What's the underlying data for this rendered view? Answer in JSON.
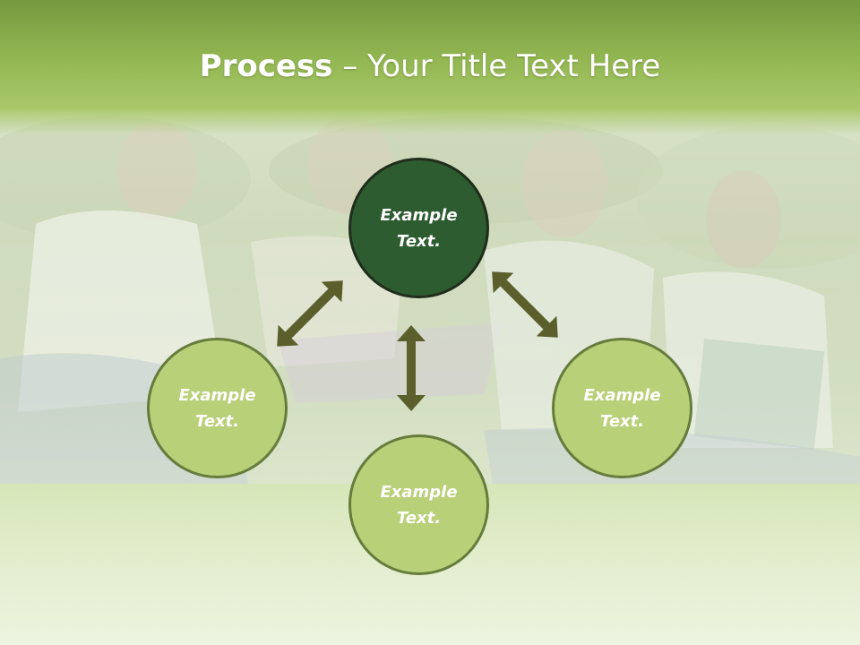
{
  "slide": {
    "title_bold": "Process",
    "title_rest": " – Your Title Text Here"
  },
  "nodes": {
    "top": "Example\nText.",
    "left": "Example\nText.",
    "right": "Example\nText.",
    "bottom": "Example\nText."
  },
  "colors": {
    "title_bar": "#93b752",
    "node_dark": "#2e5c31",
    "node_light": "#b8d078",
    "node_border": "#667c3c",
    "arrow": "#5a5f2c"
  }
}
